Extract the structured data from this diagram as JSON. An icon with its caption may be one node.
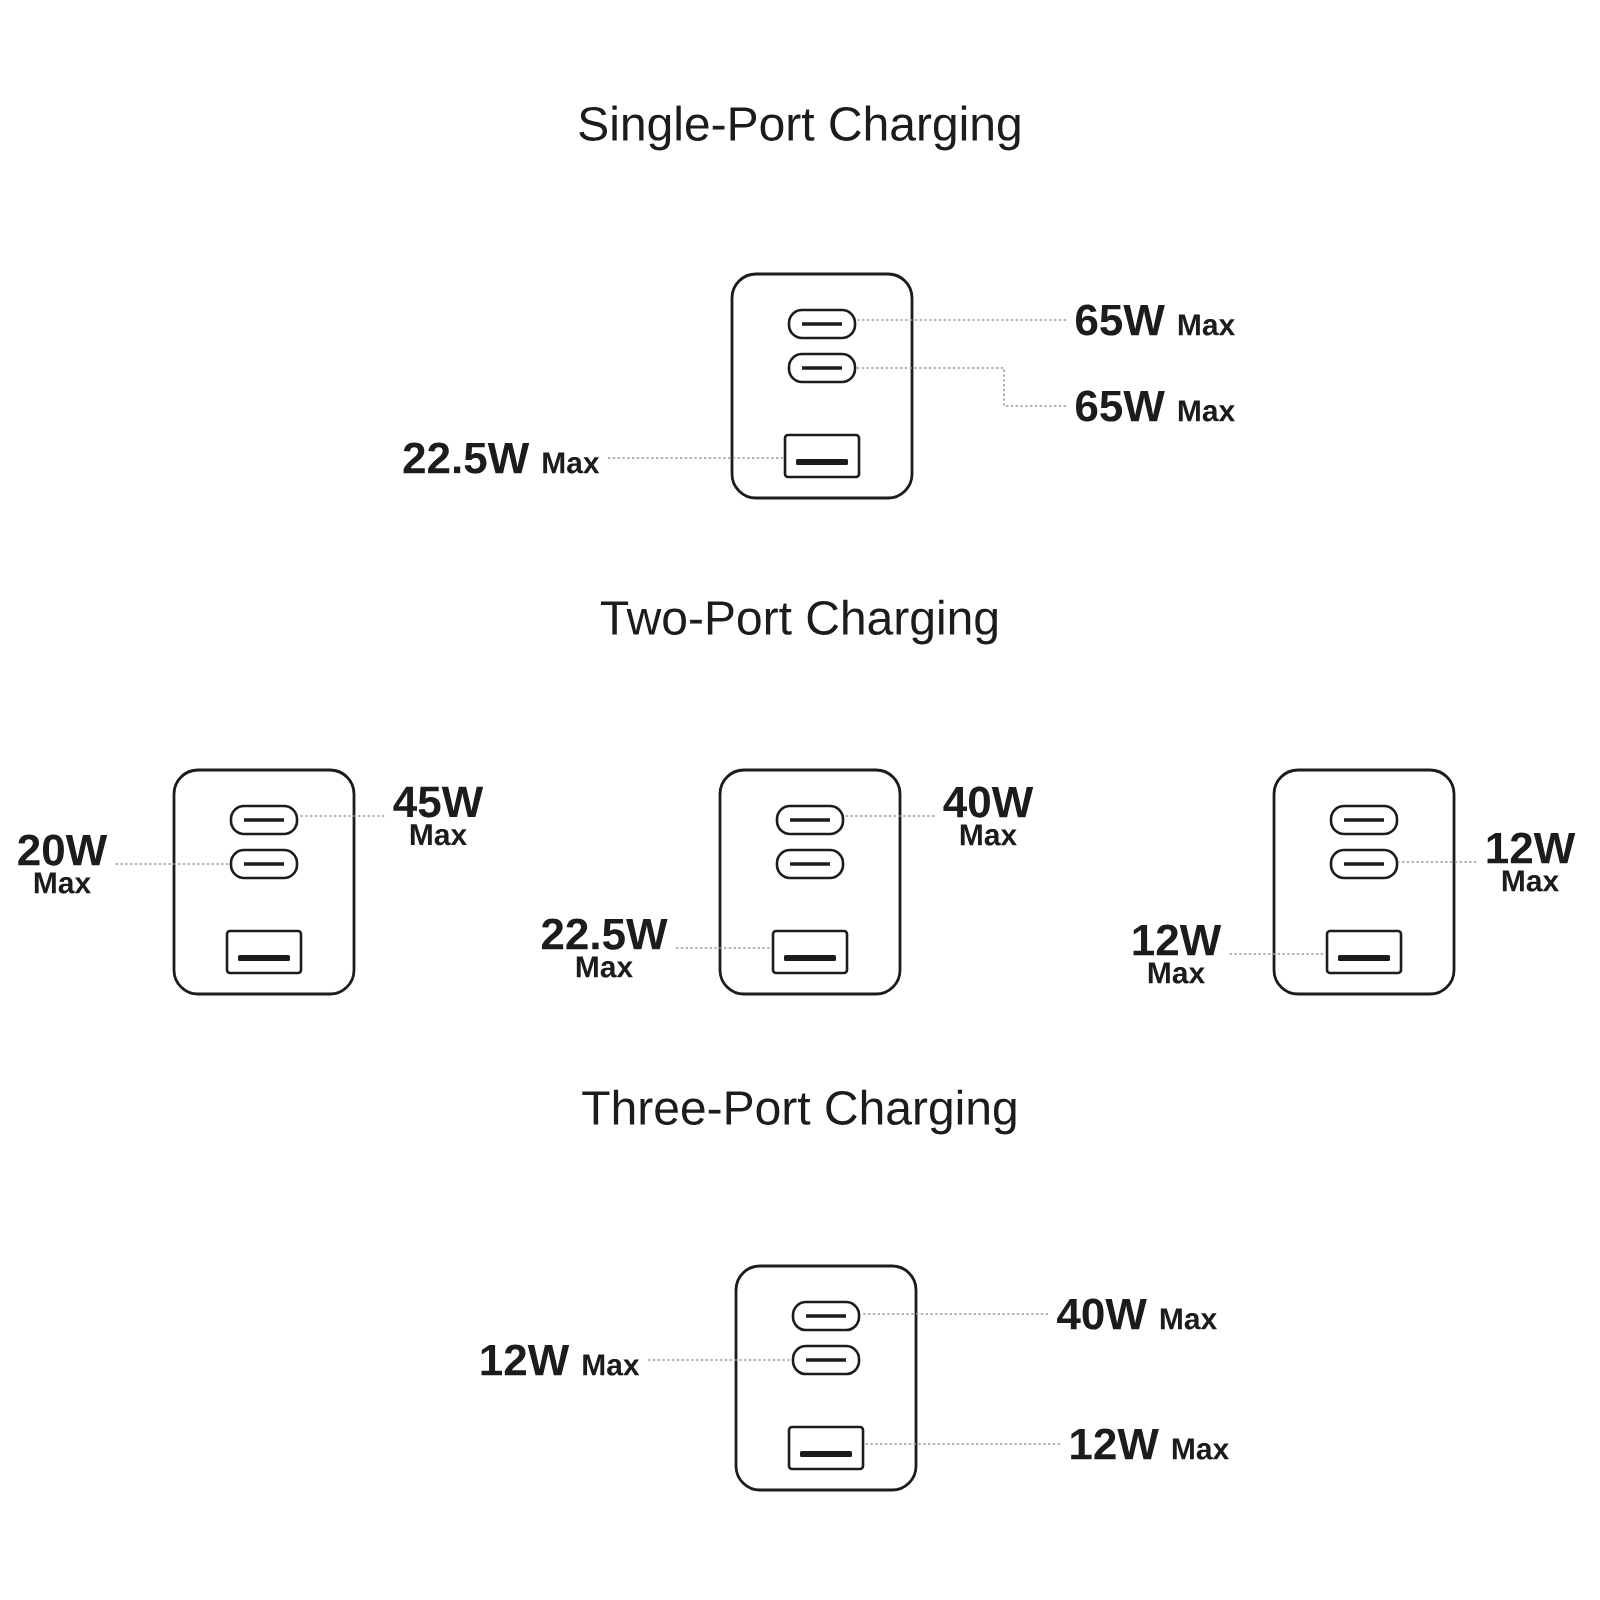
{
  "diagram": {
    "nodes": [
      {
        "text": [],
        "shape": "box"
      },
      {
        "text": [],
        "shape": "port",
        "in": 0
      },
      {
        "text": [],
        "shape": "port",
        "in": 0
      },
      {
        "text": [],
        "shape": "port",
        "in": 0
      },
      {
        "text": [
          "65W",
          "Max"
        ]
      },
      {
        "text": [
          "65W",
          "Max"
        ]
      },
      {
        "text": [
          "22.5W",
          "Max"
        ]
      },
      {
        "text": [],
        "shape": "box"
      },
      {
        "text": [],
        "shape": "port",
        "in": 7
      },
      {
        "text": [],
        "shape": "port",
        "in": 7
      },
      {
        "text": [],
        "shape": "port",
        "in": 7
      },
      {
        "text": [],
        "shape": "box"
      },
      {
        "text": [],
        "shape": "port",
        "in": 11
      },
      {
        "text": [],
        "shape": "port",
        "in": 11
      },
      {
        "text": [],
        "shape": "port",
        "in": 11
      },
      {
        "text": [],
        "shape": "box"
      },
      {
        "text": [],
        "shape": "port",
        "in": 15
      },
      {
        "text": [],
        "shape": "port",
        "in": 15
      },
      {
        "text": [],
        "shape": "port",
        "in": 15
      },
      {
        "text": [
          "45W",
          "Max"
        ]
      },
      {
        "text": [
          "20W",
          "Max"
        ]
      },
      {
        "text": [
          "40W",
          "Max"
        ]
      },
      {
        "text": [
          "22.5W",
          "Max"
        ]
      },
      {
        "text": [
          "12W",
          "Max"
        ]
      },
      {
        "text": [
          "12W",
          "Max"
        ]
      },
      {
        "text": [],
        "shape": "box"
      },
      {
        "text": [],
        "shape": "port",
        "in": 25
      },
      {
        "text": [],
        "shape": "port",
        "in": 25
      },
      {
        "text": [],
        "shape": "port",
        "in": 25
      },
      {
        "text": [
          "40W",
          "Max"
        ]
      },
      {
        "text": [
          "12W",
          "Max"
        ]
      },
      {
        "text": [
          "12W",
          "Max"
        ]
      }
    ],
    "edges": [
      {
        "from": 4,
        "to": 1,
        "arrow": "none"
      },
      {
        "from": 5,
        "to": 2,
        "arrow": "none"
      },
      {
        "from": 6,
        "to": 3,
        "arrow": "none"
      },
      {
        "from": 19,
        "to": 8,
        "arrow": "none"
      },
      {
        "from": 20,
        "to": 9,
        "arrow": "none"
      },
      {
        "from": 21,
        "to": 12,
        "arrow": "none"
      },
      {
        "from": 22,
        "to": 14,
        "arrow": "none"
      },
      {
        "from": 23,
        "to": 17,
        "arrow": "none"
      },
      {
        "from": 24,
        "to": 18,
        "arrow": "none"
      },
      {
        "from": 29,
        "to": 26,
        "arrow": "none"
      },
      {
        "from": 30,
        "to": 27,
        "arrow": "none"
      },
      {
        "from": 31,
        "to": 28,
        "arrow": "none"
      }
    ],
    "labels": [
      "Single-Port Charging",
      "Two-Port Charging",
      "Three-Port Charging"
    ]
  }
}
